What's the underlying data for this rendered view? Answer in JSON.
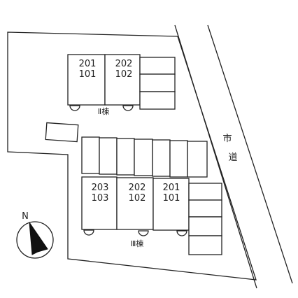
{
  "road": {
    "label_chars": [
      "市",
      "道"
    ]
  },
  "building_upper": {
    "label": "Ⅱ棟",
    "units": [
      {
        "top": "201",
        "bottom": "101"
      },
      {
        "top": "202",
        "bottom": "102"
      }
    ]
  },
  "building_lower": {
    "label": "Ⅲ棟",
    "units": [
      {
        "top": "203",
        "bottom": "103"
      },
      {
        "top": "202",
        "bottom": "102"
      },
      {
        "top": "201",
        "bottom": "101"
      }
    ]
  },
  "compass": {
    "label": "N"
  }
}
